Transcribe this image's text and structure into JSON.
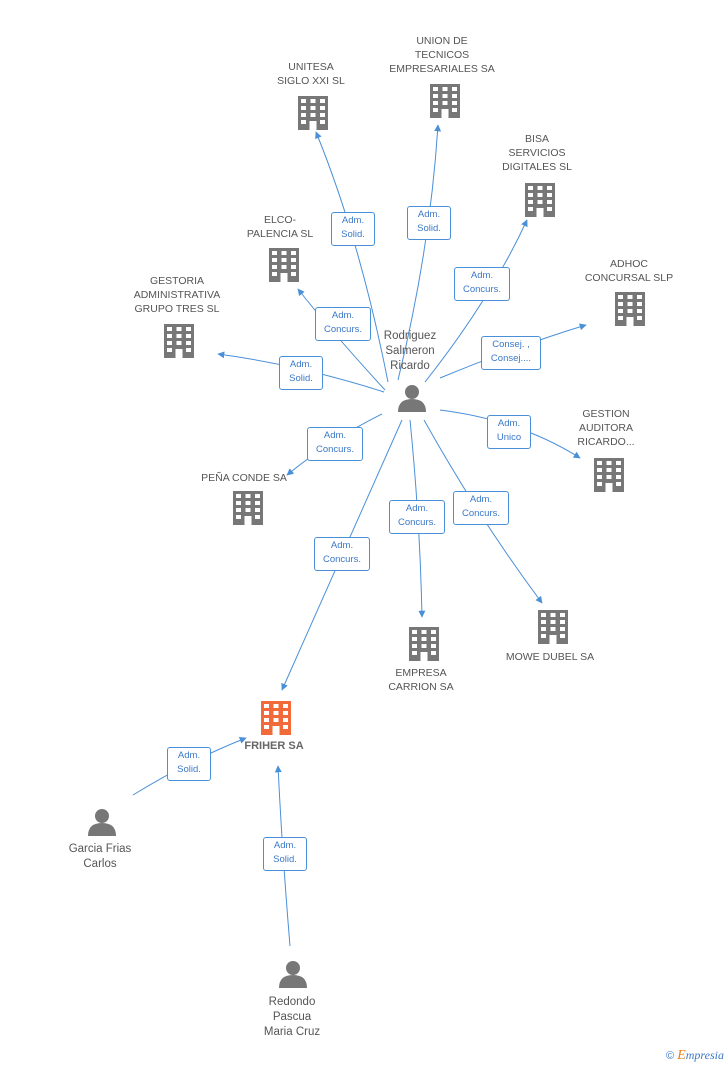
{
  "colors": {
    "edge": "#4a90d9",
    "building": "#777777",
    "building_main": "#f26a3a",
    "person": "#777777"
  },
  "center_person": {
    "name": "Rodriguez\nSalmeron\nRicardo"
  },
  "companies": [
    {
      "name": "UNITESA\nSIGLO XXI  SL"
    },
    {
      "name": "UNION DE\nTECNICOS\nEMPRESARIALES SA"
    },
    {
      "name": "BISA\nSERVICIOS\nDIGITALES SL"
    },
    {
      "name": "ELCO-\nPALENCIA SL"
    },
    {
      "name": "ADHOC\nCONCURSAL SLP"
    },
    {
      "name": "GESTORIA\nADMINISTRATIVA\nGRUPO TRES  SL"
    },
    {
      "name": "GESTION\nAUDITORA\nRICARDO..."
    },
    {
      "name": "PEÑA CONDE SA"
    },
    {
      "name": "EMPRESA\nCARRION SA"
    },
    {
      "name": "MOWE DUBEL SA"
    }
  ],
  "main_company": {
    "name": "FRIHER SA"
  },
  "other_persons": [
    {
      "name": "Garcia Frias\nCarlos"
    },
    {
      "name": "Redondo\nPascua\nMaria Cruz"
    }
  ],
  "roles": [
    "Adm.\nSolid.",
    "Adm.\nSolid.",
    "Adm.\nConcurs.",
    "Adm.\nConcurs.",
    "Consej. ,\nConsej....",
    "Adm.\nSolid.",
    "Adm.\nUnico",
    "Adm.\nConcurs.",
    "Adm.\nConcurs.",
    "Adm.\nConcurs.",
    "Adm.\nConcurs.",
    "Adm.\nSolid.",
    "Adm.\nSolid."
  ],
  "footer": {
    "copyright": "©",
    "brand_initial": "E",
    "brand_rest": "mpresia"
  }
}
